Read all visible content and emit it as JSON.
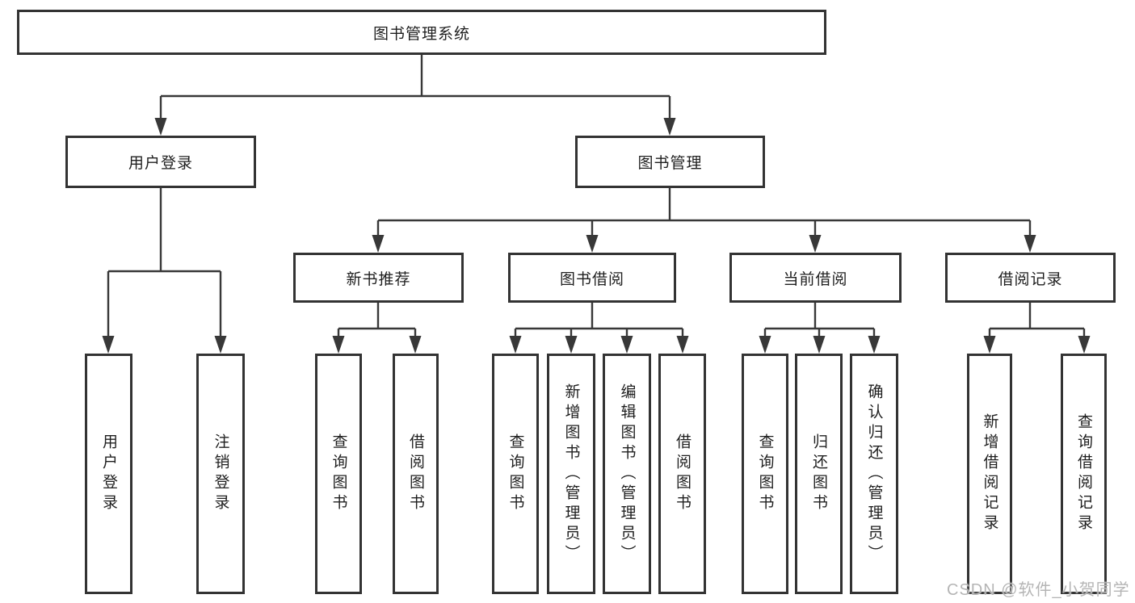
{
  "diagram": {
    "root": {
      "label": "图书管理系统",
      "children": [
        {
          "label": "用户登录",
          "children": [
            {
              "label": "用户登录"
            },
            {
              "label": "注销登录"
            }
          ]
        },
        {
          "label": "图书管理",
          "children": [
            {
              "label": "新书推荐",
              "children": [
                {
                  "label": "查询图书"
                },
                {
                  "label": "借阅图书"
                }
              ]
            },
            {
              "label": "图书借阅",
              "children": [
                {
                  "label": "查询图书"
                },
                {
                  "label": "新增图书（管理员）"
                },
                {
                  "label": "编辑图书（管理员）"
                },
                {
                  "label": "借阅图书"
                }
              ]
            },
            {
              "label": "当前借阅",
              "children": [
                {
                  "label": "查询图书"
                },
                {
                  "label": "归还图书"
                },
                {
                  "label": "确认归还（管理员）"
                }
              ]
            },
            {
              "label": "借阅记录",
              "children": [
                {
                  "label": "新增借阅记录"
                },
                {
                  "label": "查询借阅记录"
                }
              ]
            }
          ]
        }
      ]
    }
  },
  "watermark": {
    "text": "CSDN @软件_小贺同学"
  },
  "colors": {
    "line": "#383838",
    "box_border": "#333333",
    "text": "#1f1f1f",
    "watermark": "#b5b5b5",
    "background": "#ffffff"
  }
}
